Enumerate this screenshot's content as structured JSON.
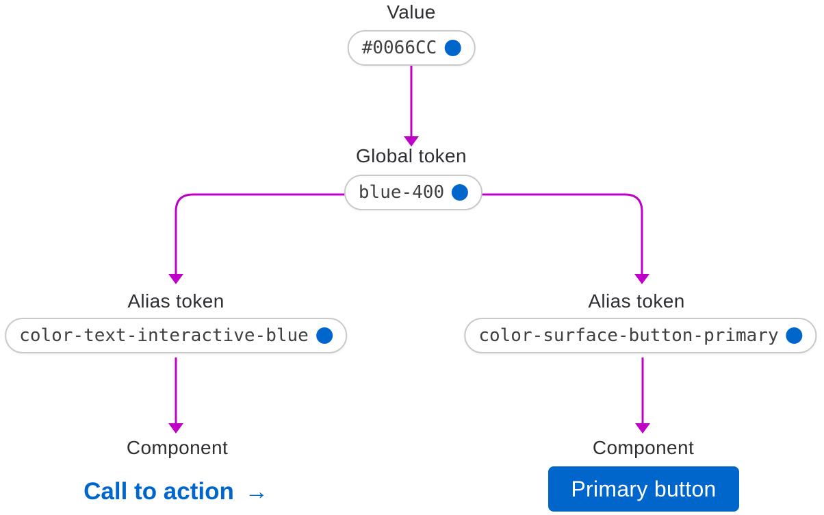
{
  "colors": {
    "accent_blue": "#0066CC",
    "connector_magenta": "#BF00C7",
    "pill_border": "#C9C9C9",
    "pill_text": "#404040",
    "label_text": "#2E2E33",
    "button_text": "#FFFFFF",
    "canvas_bg": "#FFFFFF"
  },
  "diagram": {
    "value_node": {
      "label": "Value",
      "token": "#0066CC"
    },
    "global_node": {
      "label": "Global token",
      "token": "blue-400"
    },
    "alias_left_node": {
      "label": "Alias token",
      "token": "color-text-interactive-blue"
    },
    "alias_right_node": {
      "label": "Alias token",
      "token": "color-surface-button-primary"
    },
    "component_left_node": {
      "label": "Component",
      "cta_label": "Call to action",
      "cta_arrow": "→"
    },
    "component_right_node": {
      "label": "Component",
      "button_label": "Primary button"
    }
  }
}
